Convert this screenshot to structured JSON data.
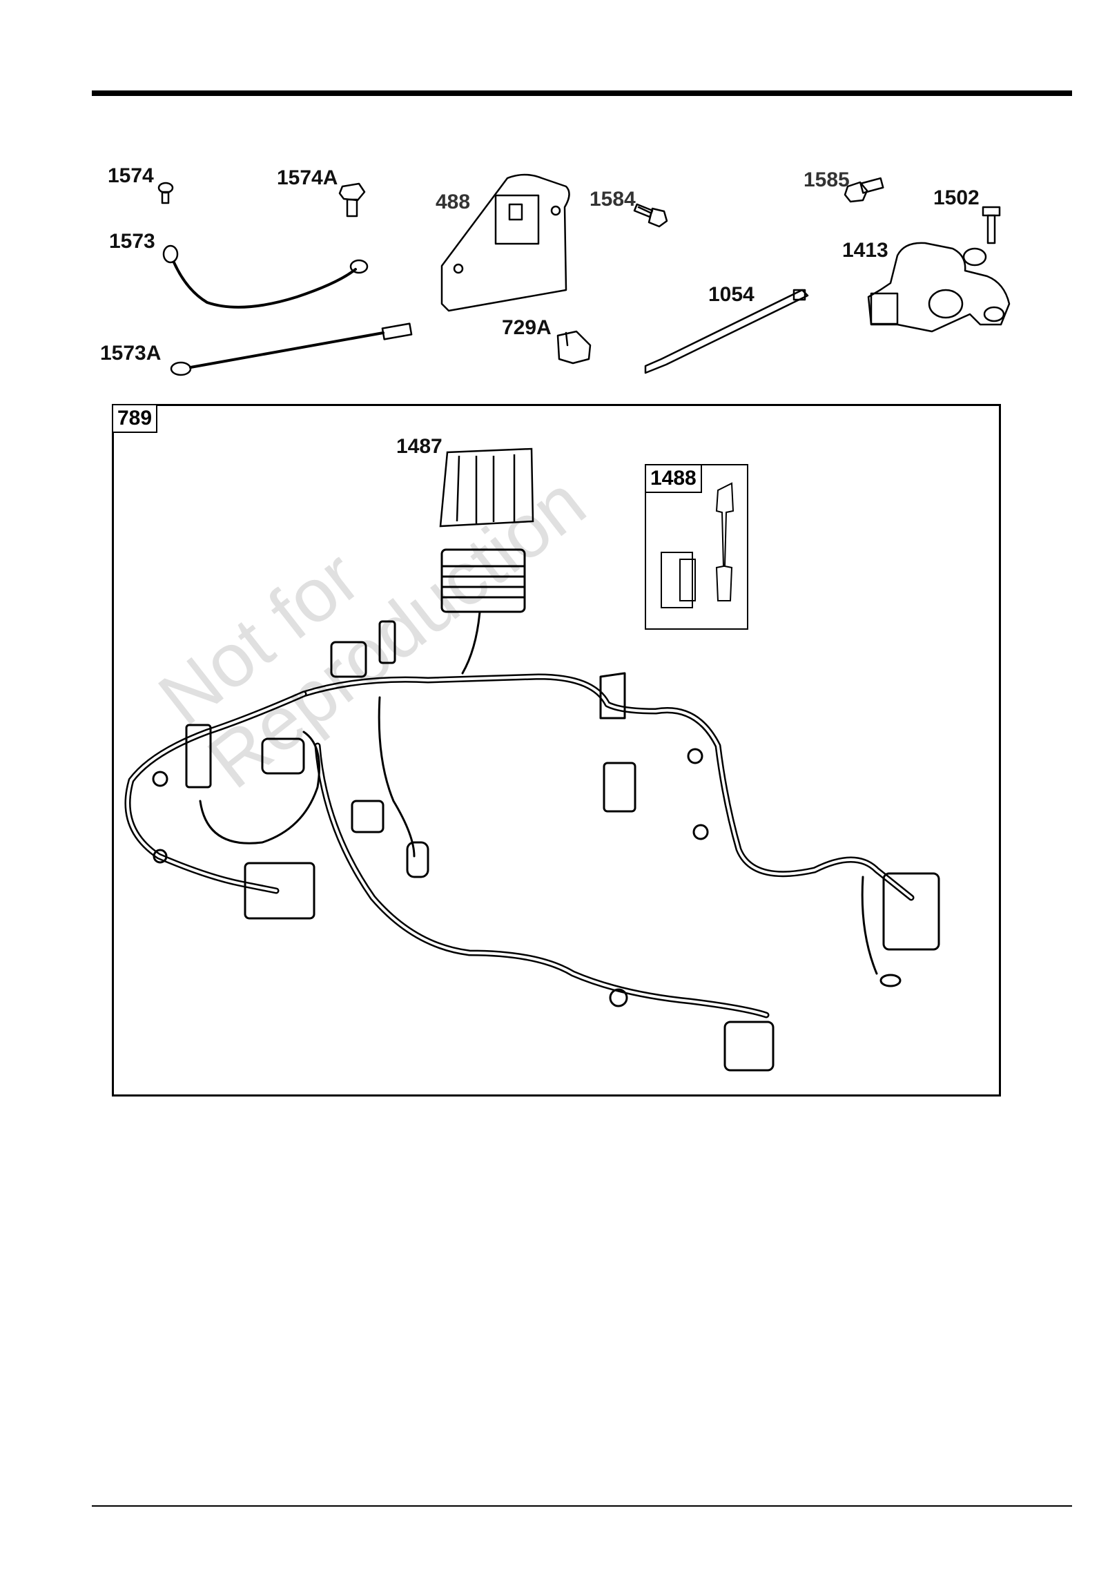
{
  "callouts": {
    "c1574": "1574",
    "c1574A": "1574A",
    "c488": "488",
    "c1584": "1584",
    "c1585": "1585",
    "c1502": "1502",
    "c1573": "1573",
    "c1413": "1413",
    "c1054": "1054",
    "c729A": "729A",
    "c1573A": "1573A",
    "c789": "789",
    "c1487": "1487",
    "c1488": "1488"
  },
  "watermark": {
    "line1": "Not for",
    "line2": "Reproduction"
  },
  "colors": {
    "ink": "#000000",
    "watermark": "#d9d9d9"
  }
}
